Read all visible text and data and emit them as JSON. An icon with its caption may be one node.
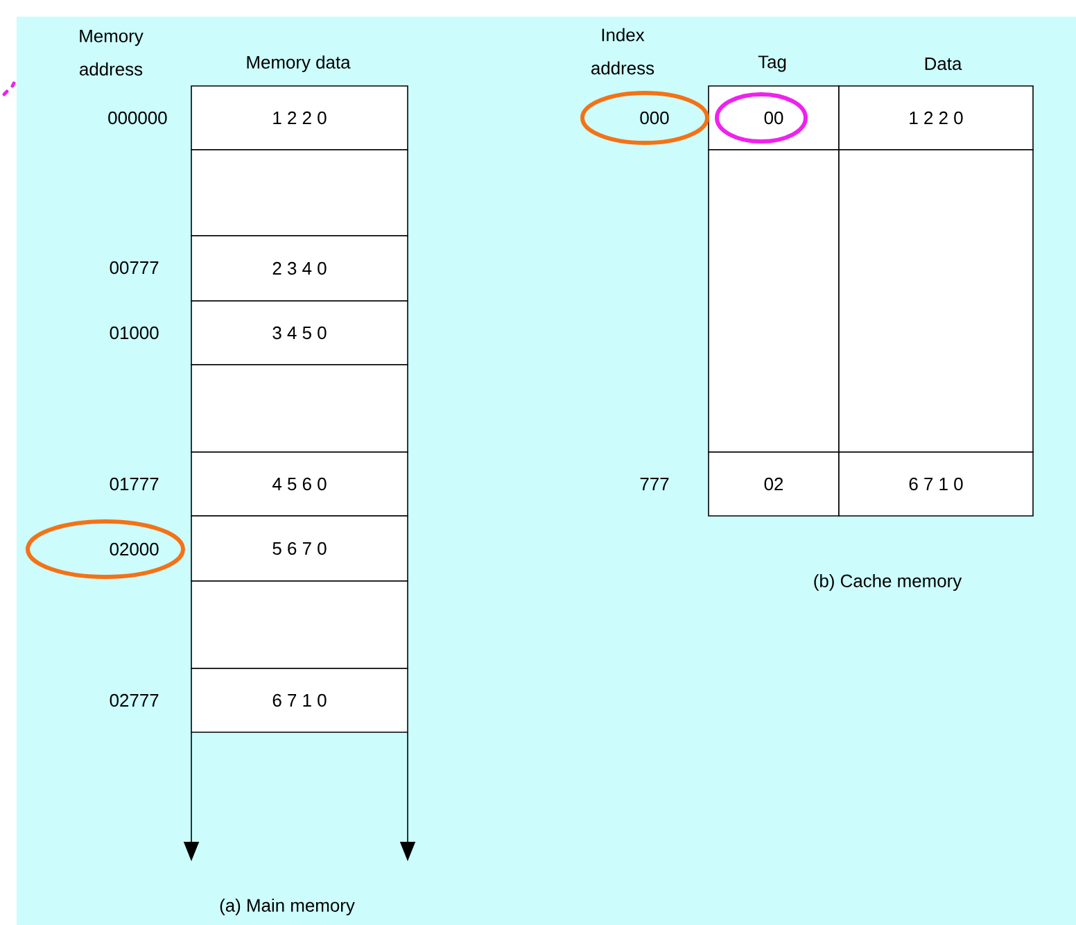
{
  "diagram": {
    "nodes": [
      {
        "text": [
          "1 2 2 0"
        ]
      },
      {
        "text": [],
        "shape": "box"
      },
      {
        "text": [
          "2 3 4 0"
        ]
      },
      {
        "text": [
          "3 4 5 0"
        ]
      },
      {
        "text": [],
        "shape": "box"
      },
      {
        "text": [
          "4 5 6 0"
        ]
      },
      {
        "text": [
          "5 6 7 0"
        ]
      },
      {
        "text": [],
        "shape": "box"
      },
      {
        "text": [
          "6 7 1 0"
        ]
      },
      {
        "text": [
          "00"
        ]
      },
      {
        "text": [
          "1 2 2 0"
        ]
      },
      {
        "text": [],
        "shape": "box"
      },
      {
        "text": [],
        "shape": "box"
      },
      {
        "text": [
          "02"
        ]
      },
      {
        "text": [
          "6 7 1 0"
        ]
      }
    ],
    "labels": [
      "Memory address",
      "Memory data",
      "000000",
      "00777",
      "01000",
      "01777",
      "02000",
      "02777",
      "Index address",
      "Tag",
      "Data",
      "000",
      "777",
      "(b) Cache memory",
      "(a) Main memory"
    ]
  }
}
